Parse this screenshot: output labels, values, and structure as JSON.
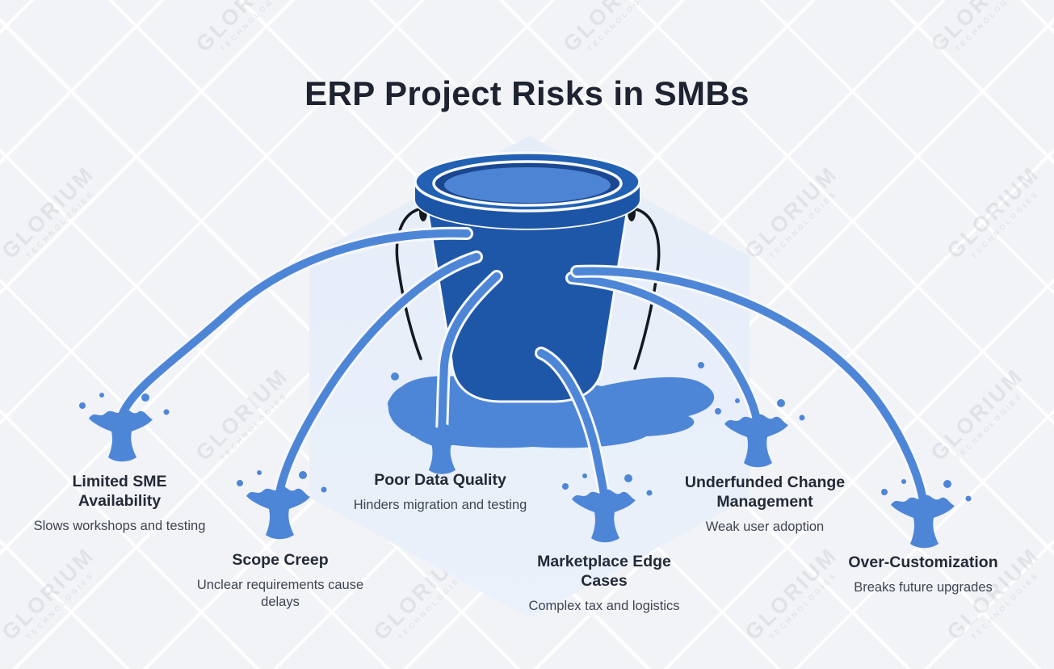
{
  "title": "ERP Project Risks in SMBs",
  "watermark": {
    "line1": "GLORIUM",
    "line2": "TECHNOLOGIES"
  },
  "illustration": {
    "description": "Leaking bucket spilling six water streams onto splash points",
    "elements": [
      "bucket-icon",
      "water-stream",
      "splash-icon",
      "puddle",
      "hexagon-backdrop"
    ],
    "colors": {
      "bucket_dark": "#1f57a8",
      "bucket_rim": "#2160b2",
      "bucket_inner_wall": "#1a4890",
      "water_surface": "#4d84d4",
      "stream": "#4e86d7",
      "stream_outline": "#f6f8fb",
      "handle": "#14181f",
      "hexagon": "#e8eef9",
      "background": "#f2f3f6"
    }
  },
  "risks": [
    {
      "title": "Limited SME Availability",
      "description": "Slows workshops and testing"
    },
    {
      "title": "Scope Creep",
      "description": "Unclear requirements cause delays"
    },
    {
      "title": "Poor Data Quality",
      "description": "Hinders migration and testing"
    },
    {
      "title": "Marketplace Edge Cases",
      "description": "Complex tax and logistics"
    },
    {
      "title": "Underfunded Change Management",
      "description": "Weak user adoption"
    },
    {
      "title": "Over-Customization",
      "description": "Breaks future upgrades"
    }
  ],
  "text_colors": {
    "title": "#1d2330",
    "risk_title": "#232a38",
    "risk_description": "#3d4552",
    "watermark": "#9ba3b0"
  }
}
